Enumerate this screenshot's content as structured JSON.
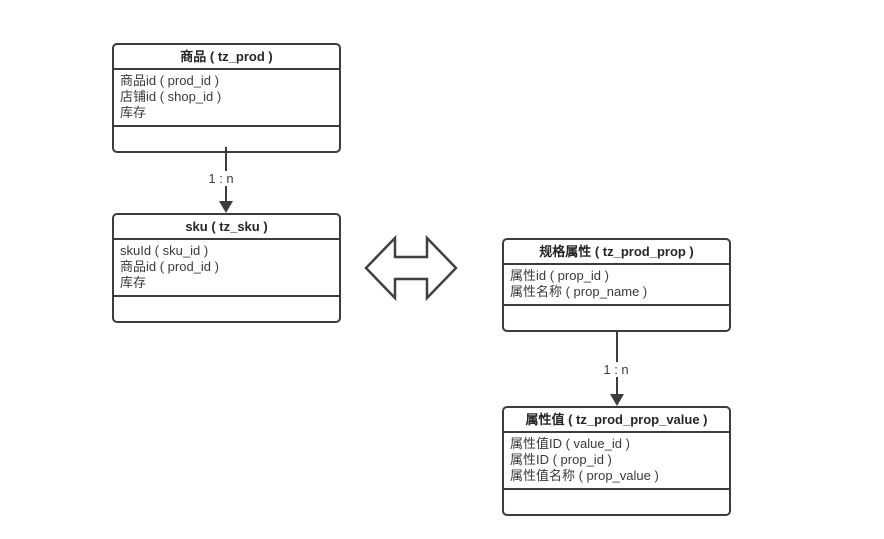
{
  "diagram": {
    "colors": {
      "border": "#3c3c3c",
      "text": "#3a3a3a",
      "title_text": "#262626",
      "background": "#ffffff"
    },
    "tables": [
      {
        "id": "prod",
        "title": "商品 ( tz_prod )",
        "fields": [
          "商品id ( prod_id )",
          "店铺id ( shop_id )",
          "库存"
        ]
      },
      {
        "id": "sku",
        "title": "sku ( tz_sku )",
        "fields": [
          "skuId ( sku_id )",
          "商品id ( prod_id )",
          "库存"
        ]
      },
      {
        "id": "prod_prop",
        "title": "规格属性 ( tz_prod_prop )",
        "fields": [
          "属性id ( prop_id )",
          "属性名称 ( prop_name )"
        ]
      },
      {
        "id": "prod_prop_value",
        "title": "属性值 ( tz_prod_prop_value )",
        "fields": [
          "属性值ID ( value_id )",
          "属性ID ( prop_id )",
          "属性值名称 ( prop_value )"
        ]
      }
    ],
    "connectors": [
      {
        "from": "prod",
        "to": "sku",
        "label": "1 : n",
        "style": "arrow-down"
      },
      {
        "from": "prod_prop",
        "to": "prod_prop_value",
        "label": "1 : n",
        "style": "arrow-down"
      },
      {
        "from": "sku",
        "to": "prod_prop",
        "label": "",
        "style": "double-arrow"
      }
    ]
  }
}
